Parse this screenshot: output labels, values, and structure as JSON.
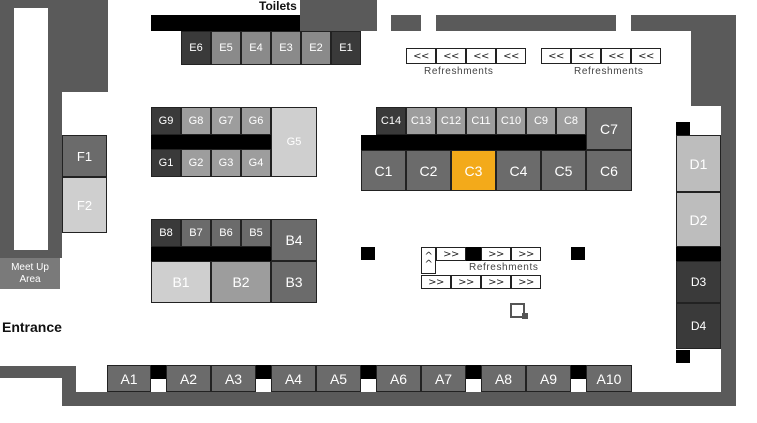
{
  "labels": {
    "toilets": "Toilets",
    "entrance": "Entrance",
    "meetup_line1": "Meet Up",
    "meetup_line2": "Area",
    "refreshments": "Refreshments"
  },
  "arrows": {
    "left": "<<",
    "right": ">>",
    "up": "^"
  },
  "booths": {
    "e": [
      "E6",
      "E5",
      "E4",
      "E3",
      "E2",
      "E1"
    ],
    "f": [
      "F1",
      "F2"
    ],
    "g_top": [
      "G9",
      "G8",
      "G7",
      "G6"
    ],
    "g_bottom": [
      "G1",
      "G2",
      "G3",
      "G4"
    ],
    "g5": "G5",
    "b_top": [
      "B8",
      "B7",
      "B6",
      "B5"
    ],
    "b4": "B4",
    "b_bottom": [
      "B1",
      "B2",
      "B3"
    ],
    "c_top": [
      "C14",
      "C13",
      "C12",
      "C11",
      "C10",
      "C9",
      "C8"
    ],
    "c7": "C7",
    "c_bottom": [
      "C1",
      "C2",
      "C3",
      "C4",
      "C5",
      "C6"
    ],
    "d": [
      "D1",
      "D2",
      "D3",
      "D4"
    ],
    "a": [
      "A1",
      "A2",
      "A3",
      "A4",
      "A5",
      "A6",
      "A7",
      "A8",
      "A9",
      "A10"
    ]
  },
  "highlighted_booth": "C3",
  "colors": {
    "highlight": "#f3aa1a"
  }
}
